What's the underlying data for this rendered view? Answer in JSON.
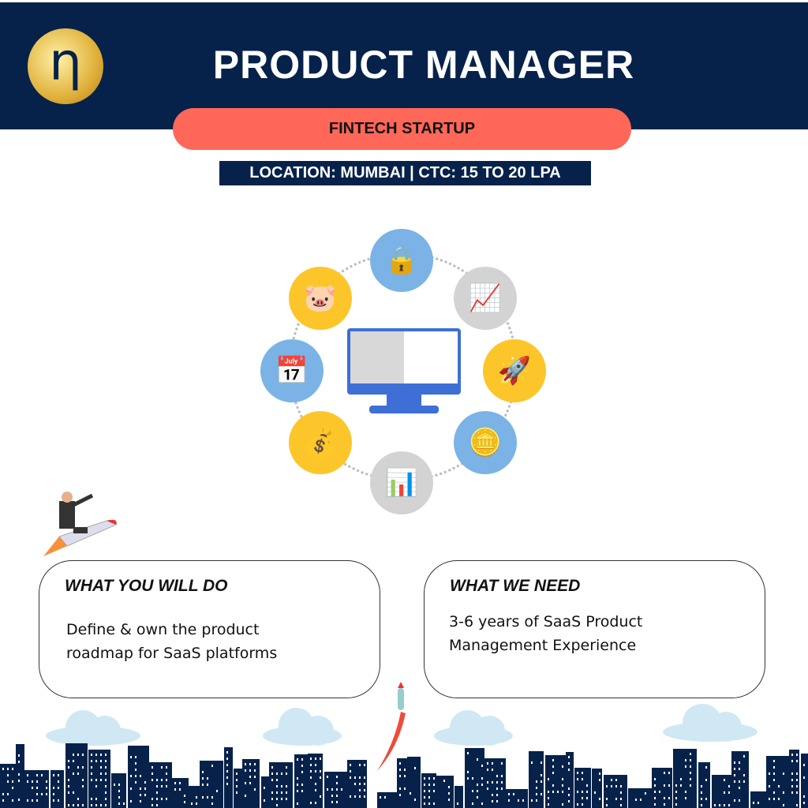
{
  "header": {
    "title": "PRODUCT MANAGER",
    "logo_letter": "η"
  },
  "company": "FINTECH STARTUP",
  "location_ctc": "LOCATION: MUMBAI | CTC: 15 TO 20 LPA",
  "cards": [
    {
      "heading": "WHAT YOU WILL DO",
      "body_lines": [
        "Define & own the product",
        "roadmap for  SaaS platforms"
      ]
    },
    {
      "heading": "WHAT WE NEED",
      "body_lines": [
        "3-6 years of SaaS Product",
        "Management Experience"
      ]
    }
  ],
  "colors": {
    "navy": "#06224a",
    "coral": "#ff6758",
    "gold": "#fcc62a",
    "blue": "#7bb3e6"
  }
}
